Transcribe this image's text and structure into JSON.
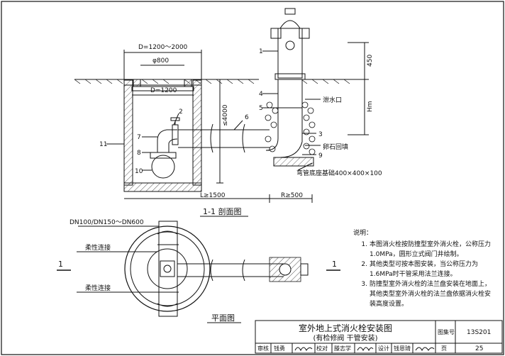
{
  "section": {
    "dim_top": "D=1200～2000",
    "dim_opening": "φ800",
    "dim_inner": "D=1200",
    "dim_depth": "≤4000",
    "dim_L": "L≥1500",
    "dim_R": "R≥500",
    "dim_450": "450",
    "dim_hm": "Hm",
    "label_drain": "泄水口",
    "label_gravel": "卵石回填",
    "label_base": "弯管底座基础400×400×100",
    "callouts": [
      "1",
      "2",
      "3",
      "4",
      "5",
      "6",
      "7",
      "8",
      "9",
      "10",
      "11"
    ],
    "title": "1-1 剖面图"
  },
  "plan": {
    "dim_dn": "DN100/DN150～DN600",
    "flex1": "柔性连接",
    "flex2": "柔性连接",
    "cut_mark": "1",
    "title": "平面图"
  },
  "notes": {
    "heading": "说明：",
    "items": [
      {
        "k": "1.",
        "t": "本图消火栓按防撞型室外消火栓，公称压力1.0MPa，圆形立式阀门井绘制。"
      },
      {
        "k": "2.",
        "t": "其他类型可按本图安装，当公称压力为1.6MPa时干管采用法兰连接。"
      },
      {
        "k": "3.",
        "t": "防撞型室外消火栓的法兰盘安装在地面上，其他类型室外消火栓的法兰盘依据消火栓安装高度设置。"
      }
    ]
  },
  "titleblock": {
    "title": "室外地上式消火栓安装图",
    "subtitle": "(有检修阀 干管安装)",
    "atlas_label": "图集号",
    "atlas_no": "13S201",
    "page_label": "页",
    "page_no": "25",
    "row": [
      "审核",
      "钱勇",
      "校对",
      "滕志学",
      "设计",
      "钱恩琦"
    ]
  }
}
